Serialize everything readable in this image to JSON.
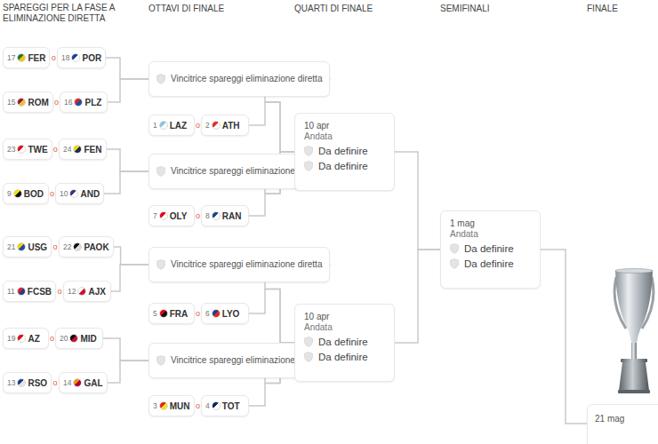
{
  "diagram": {
    "nodes": [
      {
        "text": [
          "17",
          "FER"
        ]
      },
      {
        "text": [
          "18",
          "POR"
        ]
      },
      {
        "text": [
          "15",
          "ROM"
        ]
      },
      {
        "text": [
          "16",
          "PLZ"
        ]
      },
      {
        "text": [
          "23",
          "TWE"
        ]
      },
      {
        "text": [
          "24",
          "FEN"
        ]
      },
      {
        "text": [
          "9",
          "BOD"
        ]
      },
      {
        "text": [
          "10",
          "AND"
        ]
      },
      {
        "text": [
          "21",
          "USG"
        ]
      },
      {
        "text": [
          "22",
          "PAOK"
        ]
      },
      {
        "text": [
          "11",
          "FCSB"
        ]
      },
      {
        "text": [
          "12",
          "AJX"
        ]
      },
      {
        "text": [
          "19",
          "AZ"
        ]
      },
      {
        "text": [
          "20",
          "MID"
        ]
      },
      {
        "text": [
          "13",
          "RSO"
        ]
      },
      {
        "text": [
          "14",
          "GAL"
        ]
      },
      {
        "text": [
          "Vincitrice spareggi eliminazione diretta"
        ]
      },
      {
        "text": [
          "1",
          "LAZ"
        ]
      },
      {
        "text": [
          "2",
          "ATH"
        ]
      },
      {
        "text": [
          "Vincitrice spareggi eliminazione diretta"
        ]
      },
      {
        "text": [
          "7",
          "OLY"
        ]
      },
      {
        "text": [
          "8",
          "RAN"
        ]
      },
      {
        "text": [
          "Vincitrice spareggi eliminazione diretta"
        ]
      },
      {
        "text": [
          "5",
          "FRA"
        ]
      },
      {
        "text": [
          "6",
          "LYO"
        ]
      },
      {
        "text": [
          "Vincitrice spareggi eliminazione diretta"
        ]
      },
      {
        "text": [
          "3",
          "MUN"
        ]
      },
      {
        "text": [
          "4",
          "TOT"
        ]
      },
      {
        "text": [
          "10 apr",
          "Andata",
          "Da definire",
          "Da definire"
        ]
      },
      {
        "text": [
          "10 apr",
          "Andata",
          "Da definire",
          "Da definire"
        ]
      },
      {
        "text": [
          "1 mag",
          "Andata",
          "Da definire",
          "Da definire"
        ]
      },
      {
        "text": [
          "21 mag"
        ]
      }
    ],
    "edges": [
      {
        "from": 1,
        "to": 16,
        "arrow": "none"
      },
      {
        "from": 3,
        "to": 16,
        "arrow": "none"
      },
      {
        "from": 5,
        "to": 19,
        "arrow": "none"
      },
      {
        "from": 7,
        "to": 19,
        "arrow": "none"
      },
      {
        "from": 9,
        "to": 22,
        "arrow": "none"
      },
      {
        "from": 11,
        "to": 22,
        "arrow": "none"
      },
      {
        "from": 13,
        "to": 25,
        "arrow": "none"
      },
      {
        "from": 15,
        "to": 25,
        "arrow": "none"
      },
      {
        "from": 16,
        "to": 28,
        "arrow": "none"
      },
      {
        "from": 18,
        "to": 28,
        "arrow": "none"
      },
      {
        "from": 19,
        "to": 28,
        "arrow": "none"
      },
      {
        "from": 21,
        "to": 28,
        "arrow": "none"
      },
      {
        "from": 22,
        "to": 29,
        "arrow": "none"
      },
      {
        "from": 24,
        "to": 29,
        "arrow": "none"
      },
      {
        "from": 25,
        "to": 29,
        "arrow": "none"
      },
      {
        "from": 27,
        "to": 29,
        "arrow": "none"
      },
      {
        "from": 28,
        "to": 30,
        "arrow": "none"
      },
      {
        "from": 29,
        "to": 30,
        "arrow": "none"
      },
      {
        "from": 30,
        "to": 31,
        "arrow": "none"
      }
    ],
    "labels": [
      "SPAREGGI PER LA FASE A ELIMINAZIONE DIRETTA",
      "OTTAVI DI FINALE",
      "QUARTI DI FINALE",
      "SEMIFINALI",
      "FINALE",
      "o",
      "o",
      "o",
      "o",
      "o",
      "o",
      "o",
      "o",
      "o",
      "o",
      "o",
      "o"
    ]
  }
}
